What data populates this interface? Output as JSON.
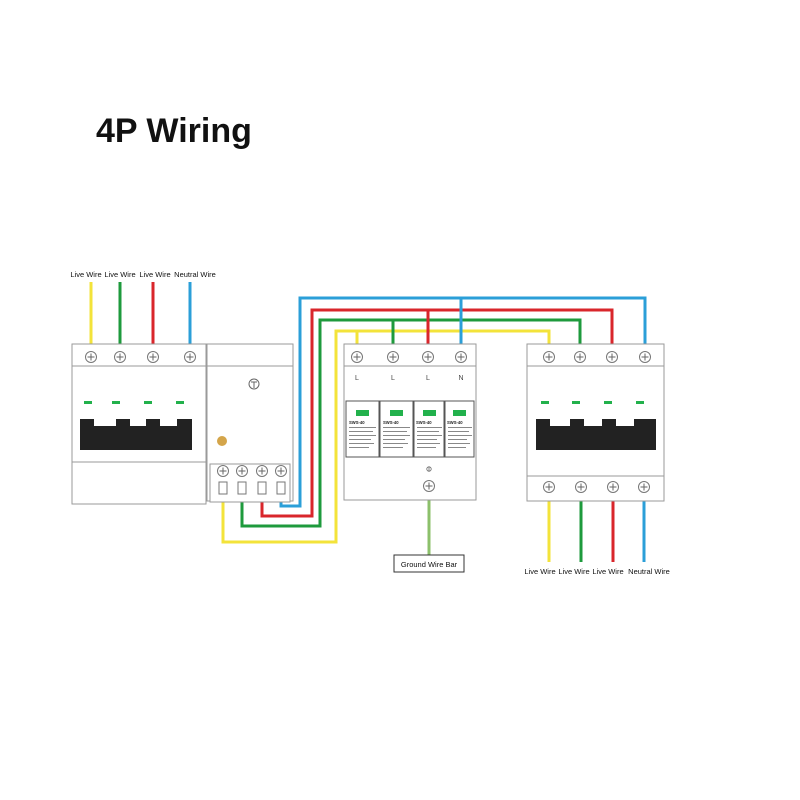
{
  "title": "4P Wiring",
  "input_labels": [
    "Live Wire",
    "Live Wire",
    "Live Wire",
    "Neutral Wire"
  ],
  "output_labels": [
    "Live Wire",
    "Live Wire",
    "Live Wire",
    "Neutral Wire"
  ],
  "spd_terminal_labels": [
    "L",
    "L",
    "L",
    "N"
  ],
  "spd_module_names": [
    "SWS-40",
    "SWS-40",
    "SWS-40",
    "SWS-40"
  ],
  "ground_bar_label": "Ground Wire Bar",
  "colors": {
    "live1": "#f3e33a",
    "live2": "#1e9a3c",
    "live3": "#d9262b",
    "neutral": "#2b9fd8",
    "ground": "#8cc06b",
    "device_border": "#9a9a9a",
    "handle": "#222222",
    "indicator": "#22b14c",
    "knob": "#d4a54a"
  },
  "icons": [
    "screw-terminal-icon",
    "test-button-icon",
    "ground-symbol-icon"
  ]
}
